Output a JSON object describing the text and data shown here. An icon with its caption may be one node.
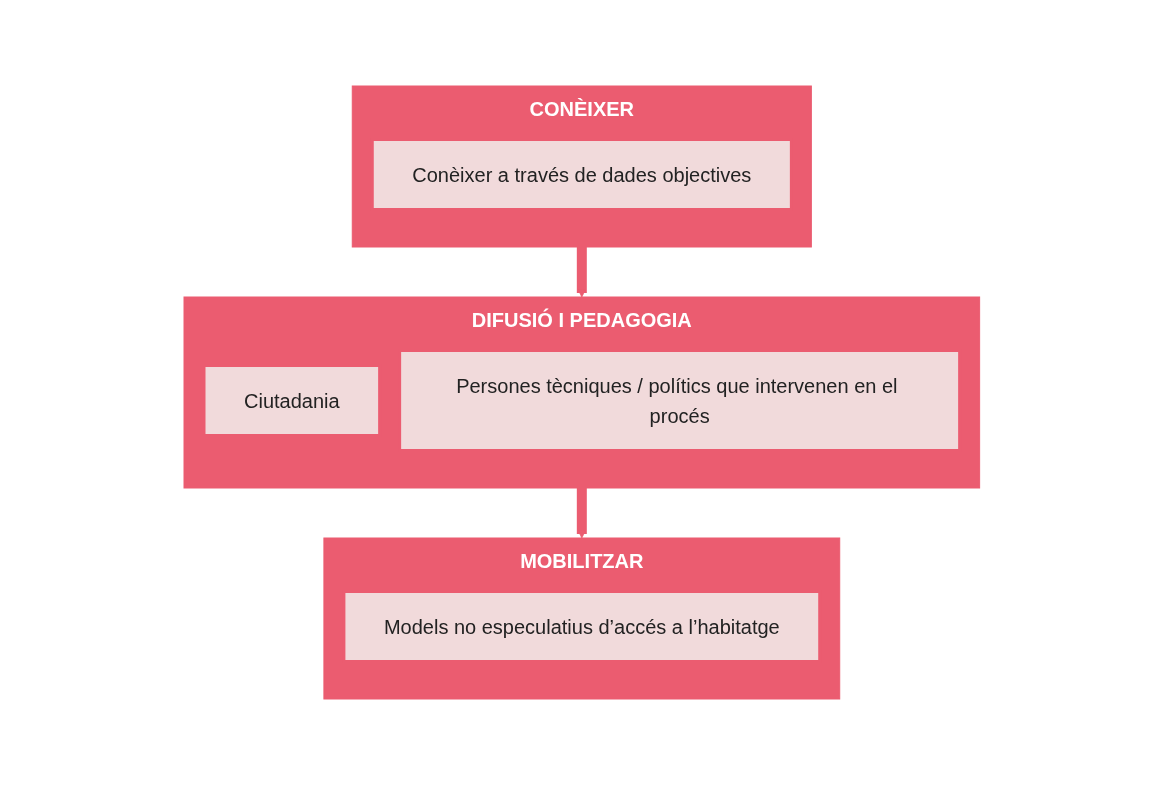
{
  "diagram": {
    "nodes": [
      {
        "text": [
          "CONÈIXER"
        ]
      },
      {
        "text": [
          "Conèixer a través de dades objectives"
        ],
        "in": 0
      },
      {
        "text": [
          "DIFUSIÓ I PEDAGOGIA"
        ]
      },
      {
        "text": [
          "Ciutadania"
        ],
        "in": 2
      },
      {
        "text": [
          "Persones tècniques / polítics que intervenen en el procés"
        ],
        "in": 2
      },
      {
        "text": [
          "MOBILITZAR"
        ]
      },
      {
        "text": [
          "Models no especulatius d’accés a l’habitatge"
        ],
        "in": 5
      }
    ],
    "edges": [
      {
        "from": 0,
        "to": 2,
        "arrow": "to"
      },
      {
        "from": 2,
        "to": 5,
        "arrow": "to"
      }
    ]
  }
}
